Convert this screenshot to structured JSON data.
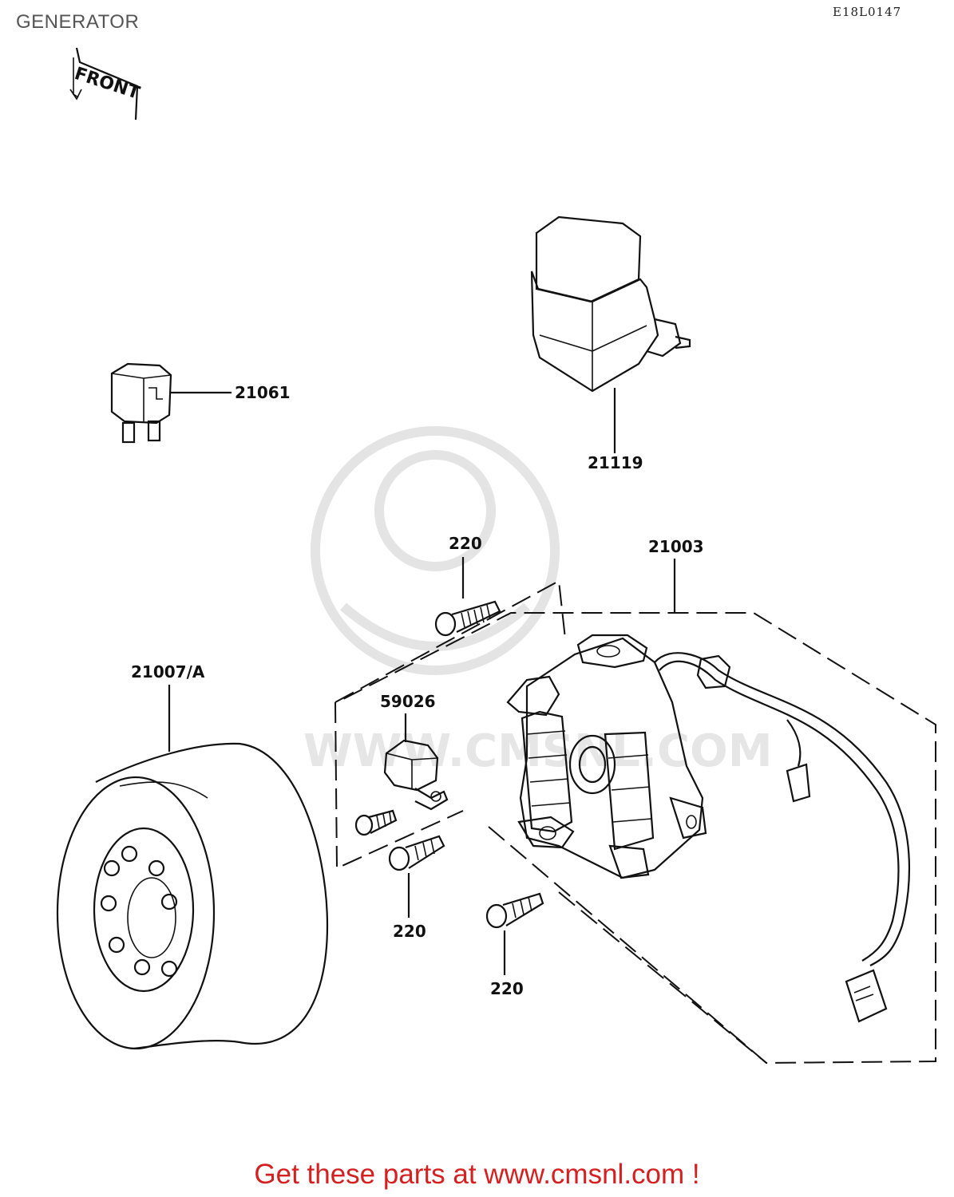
{
  "header": {
    "title": "GENERATOR",
    "ref_code": "E18L0147"
  },
  "front_tag": "FRONT",
  "parts": [
    {
      "number": "21061"
    },
    {
      "number": "21119"
    },
    {
      "number": "21003"
    },
    {
      "number": "220"
    },
    {
      "number": "59026"
    },
    {
      "number": "21007/A"
    },
    {
      "number": "220"
    },
    {
      "number": "220"
    }
  ],
  "watermark": "WWW.CMSNL.COM",
  "footer": {
    "promo_text": "Get these parts at www.cmsnl.com !"
  },
  "colors": {
    "promo": "#d42020",
    "line": "#111111",
    "watermark": "#cfcfcf"
  }
}
